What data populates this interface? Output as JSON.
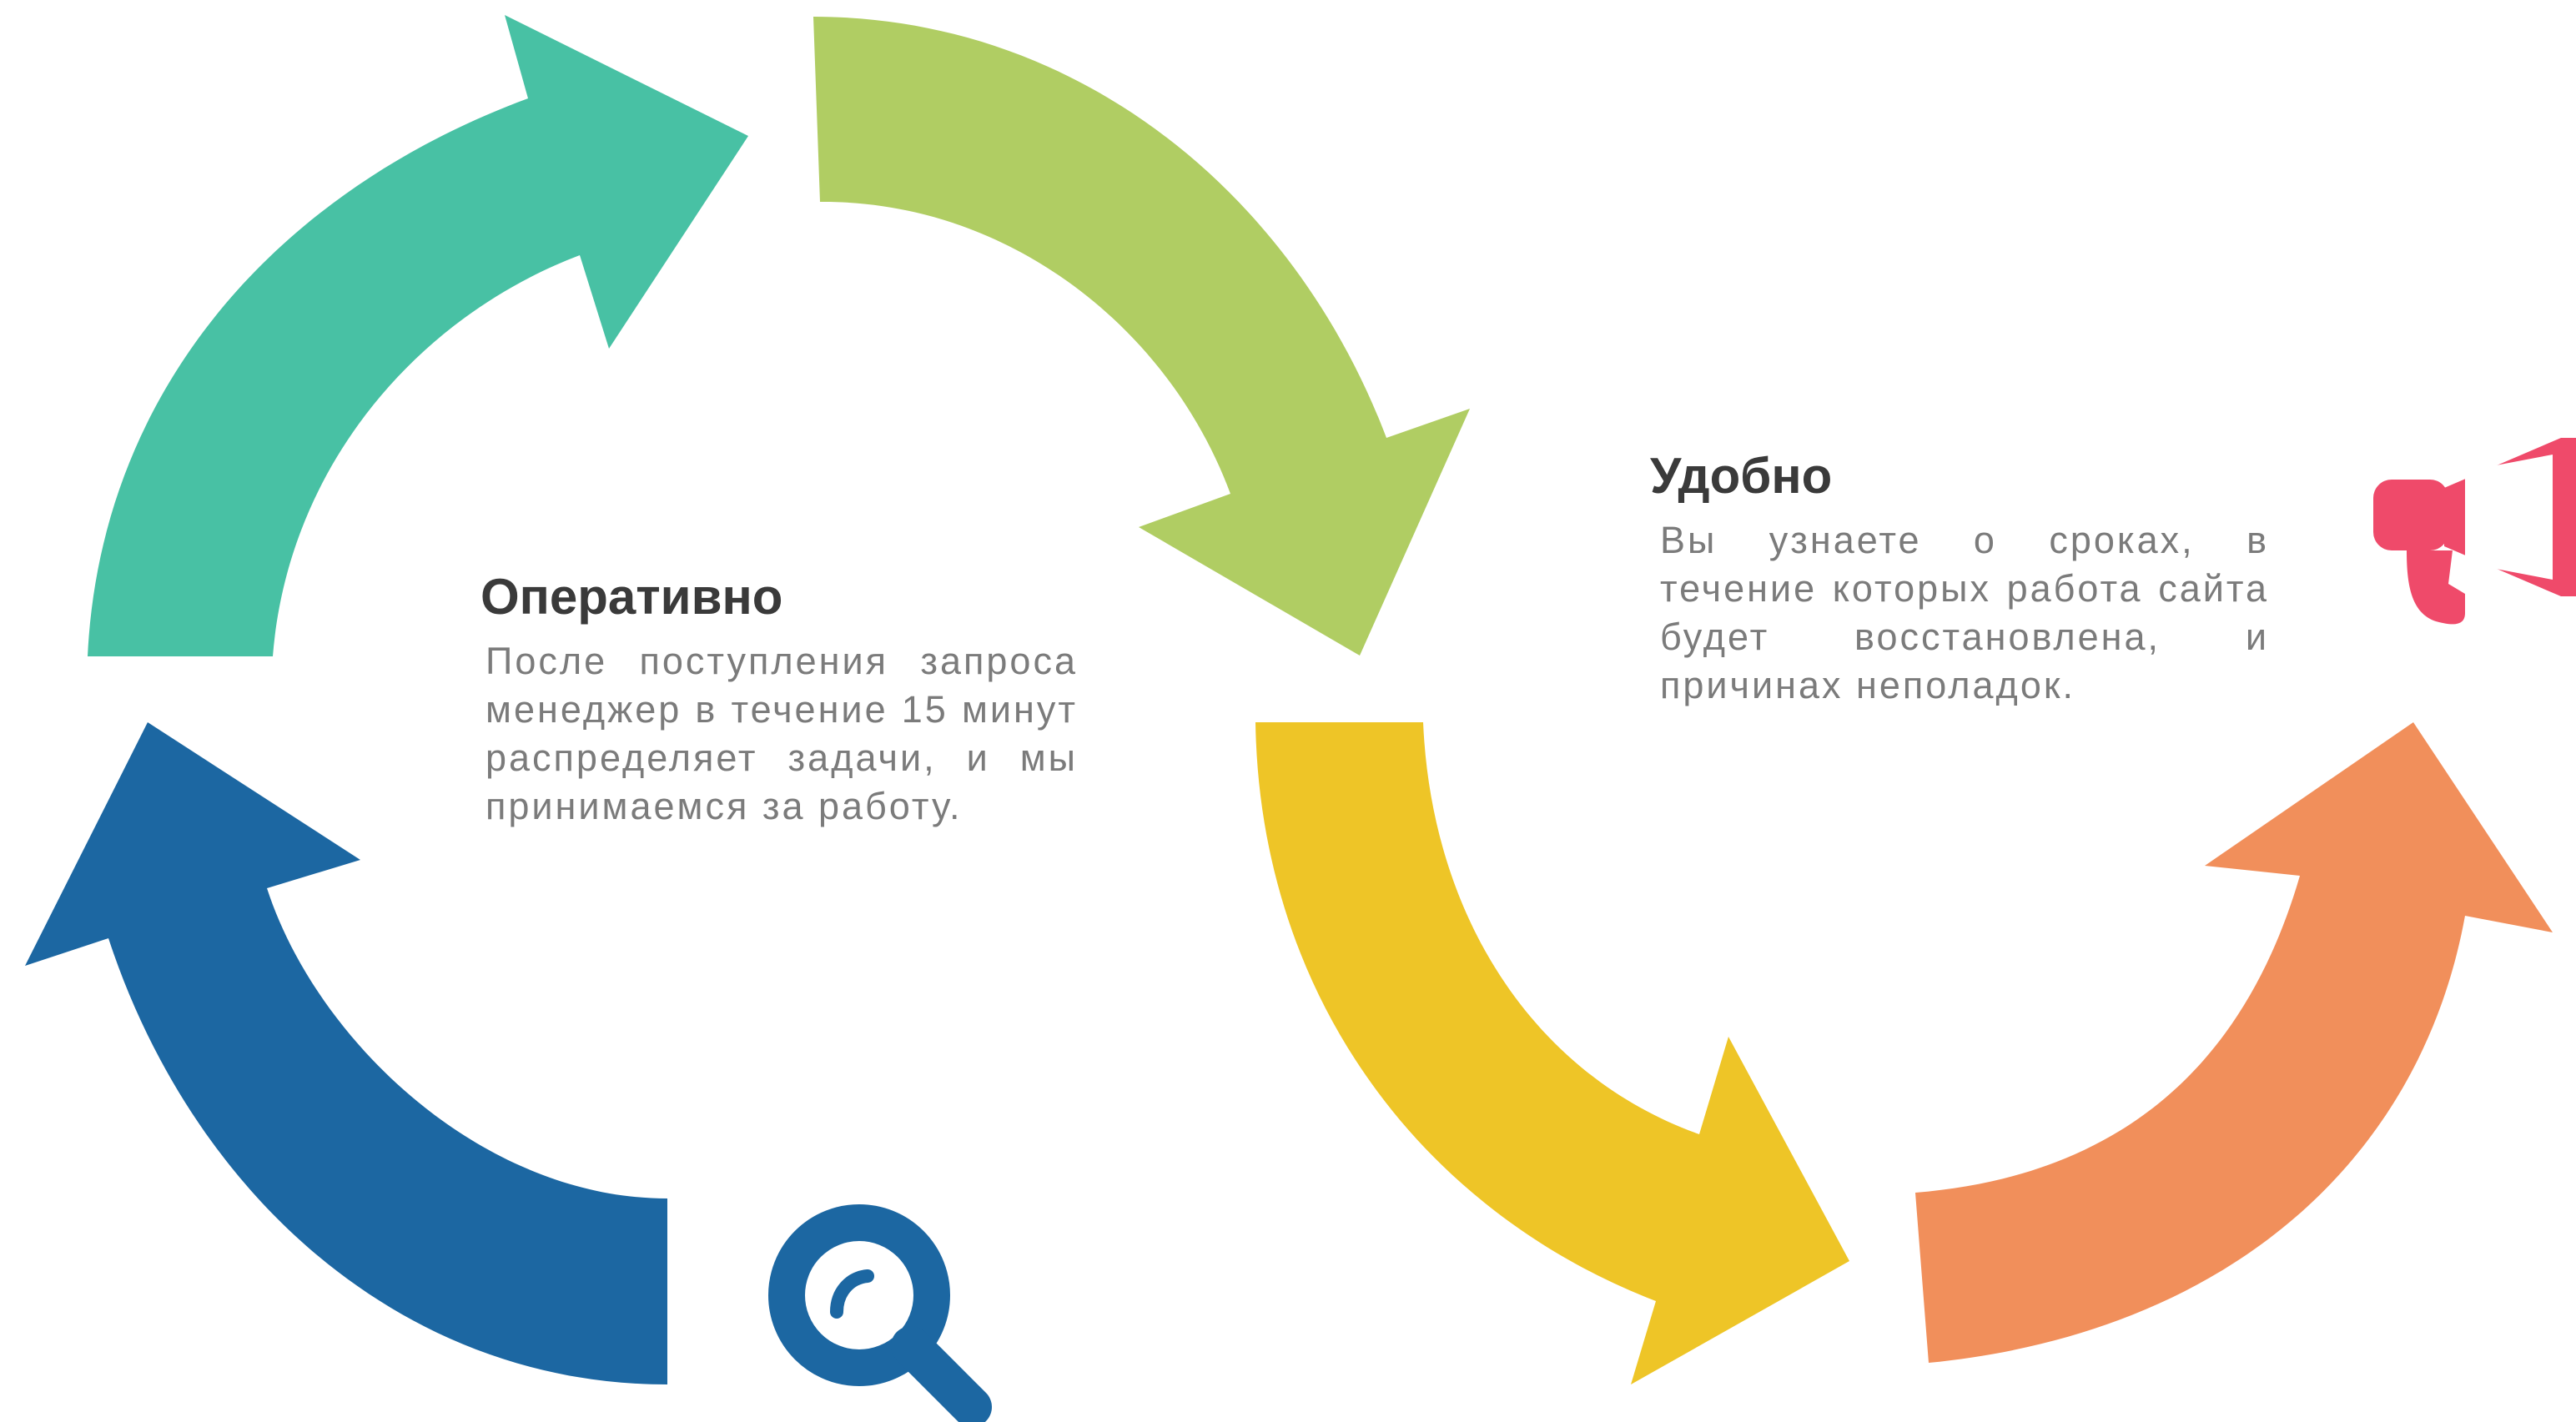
{
  "blocks": [
    {
      "title": "Оперативно",
      "text": "После поступления запроса менеджер в течение 15 минут распределяет задачи, и мы принимаемся за работу."
    },
    {
      "title": "Удобно",
      "text": "Вы узнаете о сроках, в течение которых работа сайта будет восстановлена, и причинах неполадок."
    }
  ],
  "arrow_colors": {
    "teal": "#48c1a4",
    "green": "#b0cd63",
    "blue": "#1c67a2",
    "yellow": "#eec527",
    "orange": "#f18f5b"
  },
  "icons": [
    {
      "name": "magnifier-icon",
      "color": "#1c67a2"
    },
    {
      "name": "megaphone-icon",
      "color": "#ef4a6a"
    }
  ]
}
